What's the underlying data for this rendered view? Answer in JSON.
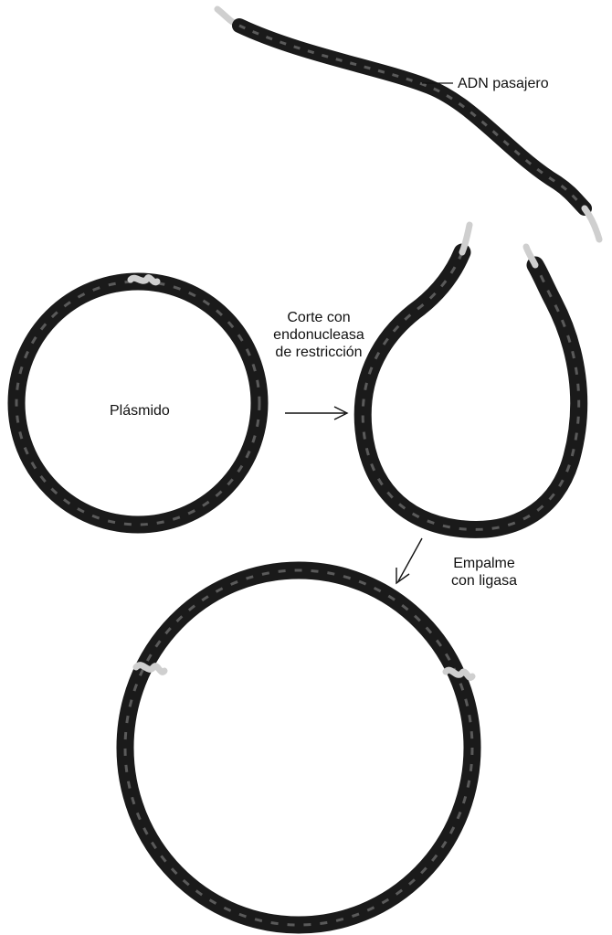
{
  "labels": {
    "passenger_dna": "ADN pasajero",
    "plasmid": "Plásmido",
    "cut_line1": "Corte con",
    "cut_line2": "endonucleasa",
    "cut_line3": "de restricción",
    "splice_line1": "Empalme",
    "splice_line2": "con ligasa"
  },
  "colors": {
    "helix": "#1a1a1a",
    "helix_highlight": "#5a5a5a",
    "sticky_end": "#cfcfcf",
    "background": "#ffffff"
  }
}
